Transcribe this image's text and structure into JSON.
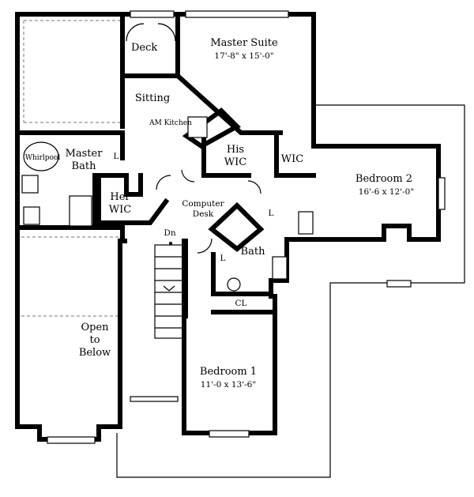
{
  "rooms": {
    "deck": {
      "name": "Deck"
    },
    "master_suite": {
      "name": "Master Suite",
      "size": "17'-8\" x 15'-0\""
    },
    "sitting": {
      "name": "Sitting"
    },
    "am_kitchen": {
      "name": "AM Kitchen"
    },
    "his_wic": {
      "line1": "His",
      "line2": "WIC"
    },
    "wic": {
      "name": "WIC"
    },
    "bedroom2": {
      "name": "Bedroom 2",
      "size": "16'-6 x 12'-0\""
    },
    "master_bath": {
      "line1": "Master",
      "line2": "Bath"
    },
    "whirlpool": {
      "name": "Whirlpool"
    },
    "her_wic": {
      "line1": "Her",
      "line2": "WIC"
    },
    "computer_desk": {
      "line1": "Computer",
      "line2": "Desk"
    },
    "bath": {
      "name": "Bath"
    },
    "cl": {
      "name": "CL"
    },
    "open_to_below": {
      "line1": "Open",
      "line2": "to",
      "line3": "Below"
    },
    "bedroom1": {
      "name": "Bedroom 1",
      "size": "11'-0 x 13'-6\""
    }
  },
  "markers": {
    "dn": "Dn",
    "linen_1": "L",
    "linen_2": "L",
    "linen_3": "L"
  }
}
